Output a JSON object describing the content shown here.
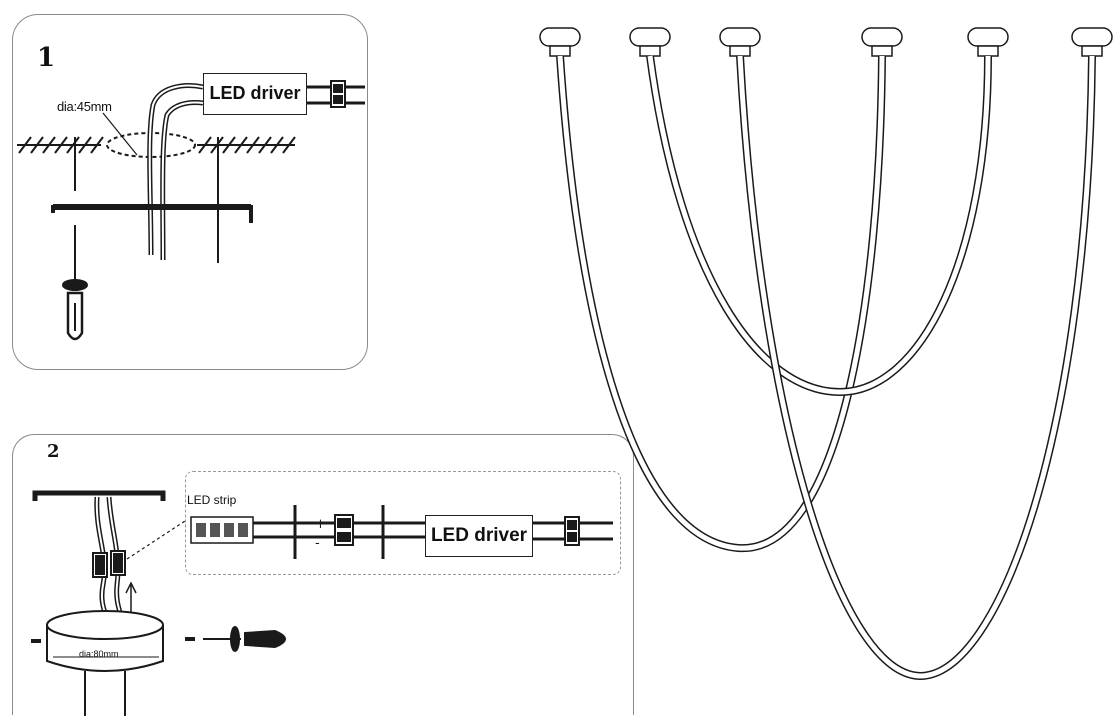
{
  "steps": {
    "one": {
      "number": "1",
      "hole_label": "dia:45mm",
      "driver_label": "LED driver"
    },
    "two": {
      "number": "2",
      "strip_label": "LED strip",
      "driver_label": "LED driver",
      "cup_label": "dia:80mm"
    }
  },
  "colors": {
    "line": "#1a1a1a",
    "panel_border": "#8a8a8a",
    "cable_fill": "#ffffff",
    "inset_border": "#999999"
  },
  "icons": [
    "screwdriver-icon",
    "connector-icon",
    "screw-icon",
    "ceiling-plate-icon"
  ]
}
